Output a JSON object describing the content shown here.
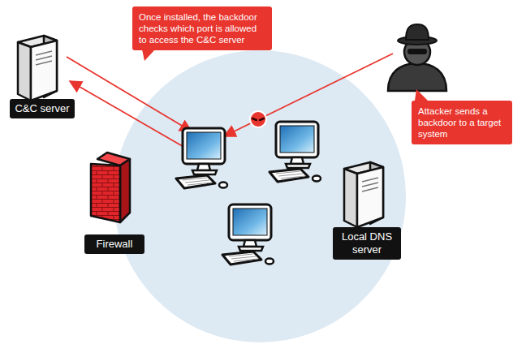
{
  "diagram": {
    "nodes": [
      {
        "text": [
          "Once installed, the backdoor checks which port is allowed to access the C&C server"
        ]
      },
      {
        "text": [
          "C&C server"
        ]
      },
      {
        "text": [
          "Attacker sends a backdoor to a target system"
        ]
      },
      {
        "text": [
          "Firewall"
        ]
      },
      {
        "text": [
          "Local DNS server"
        ]
      }
    ]
  }
}
